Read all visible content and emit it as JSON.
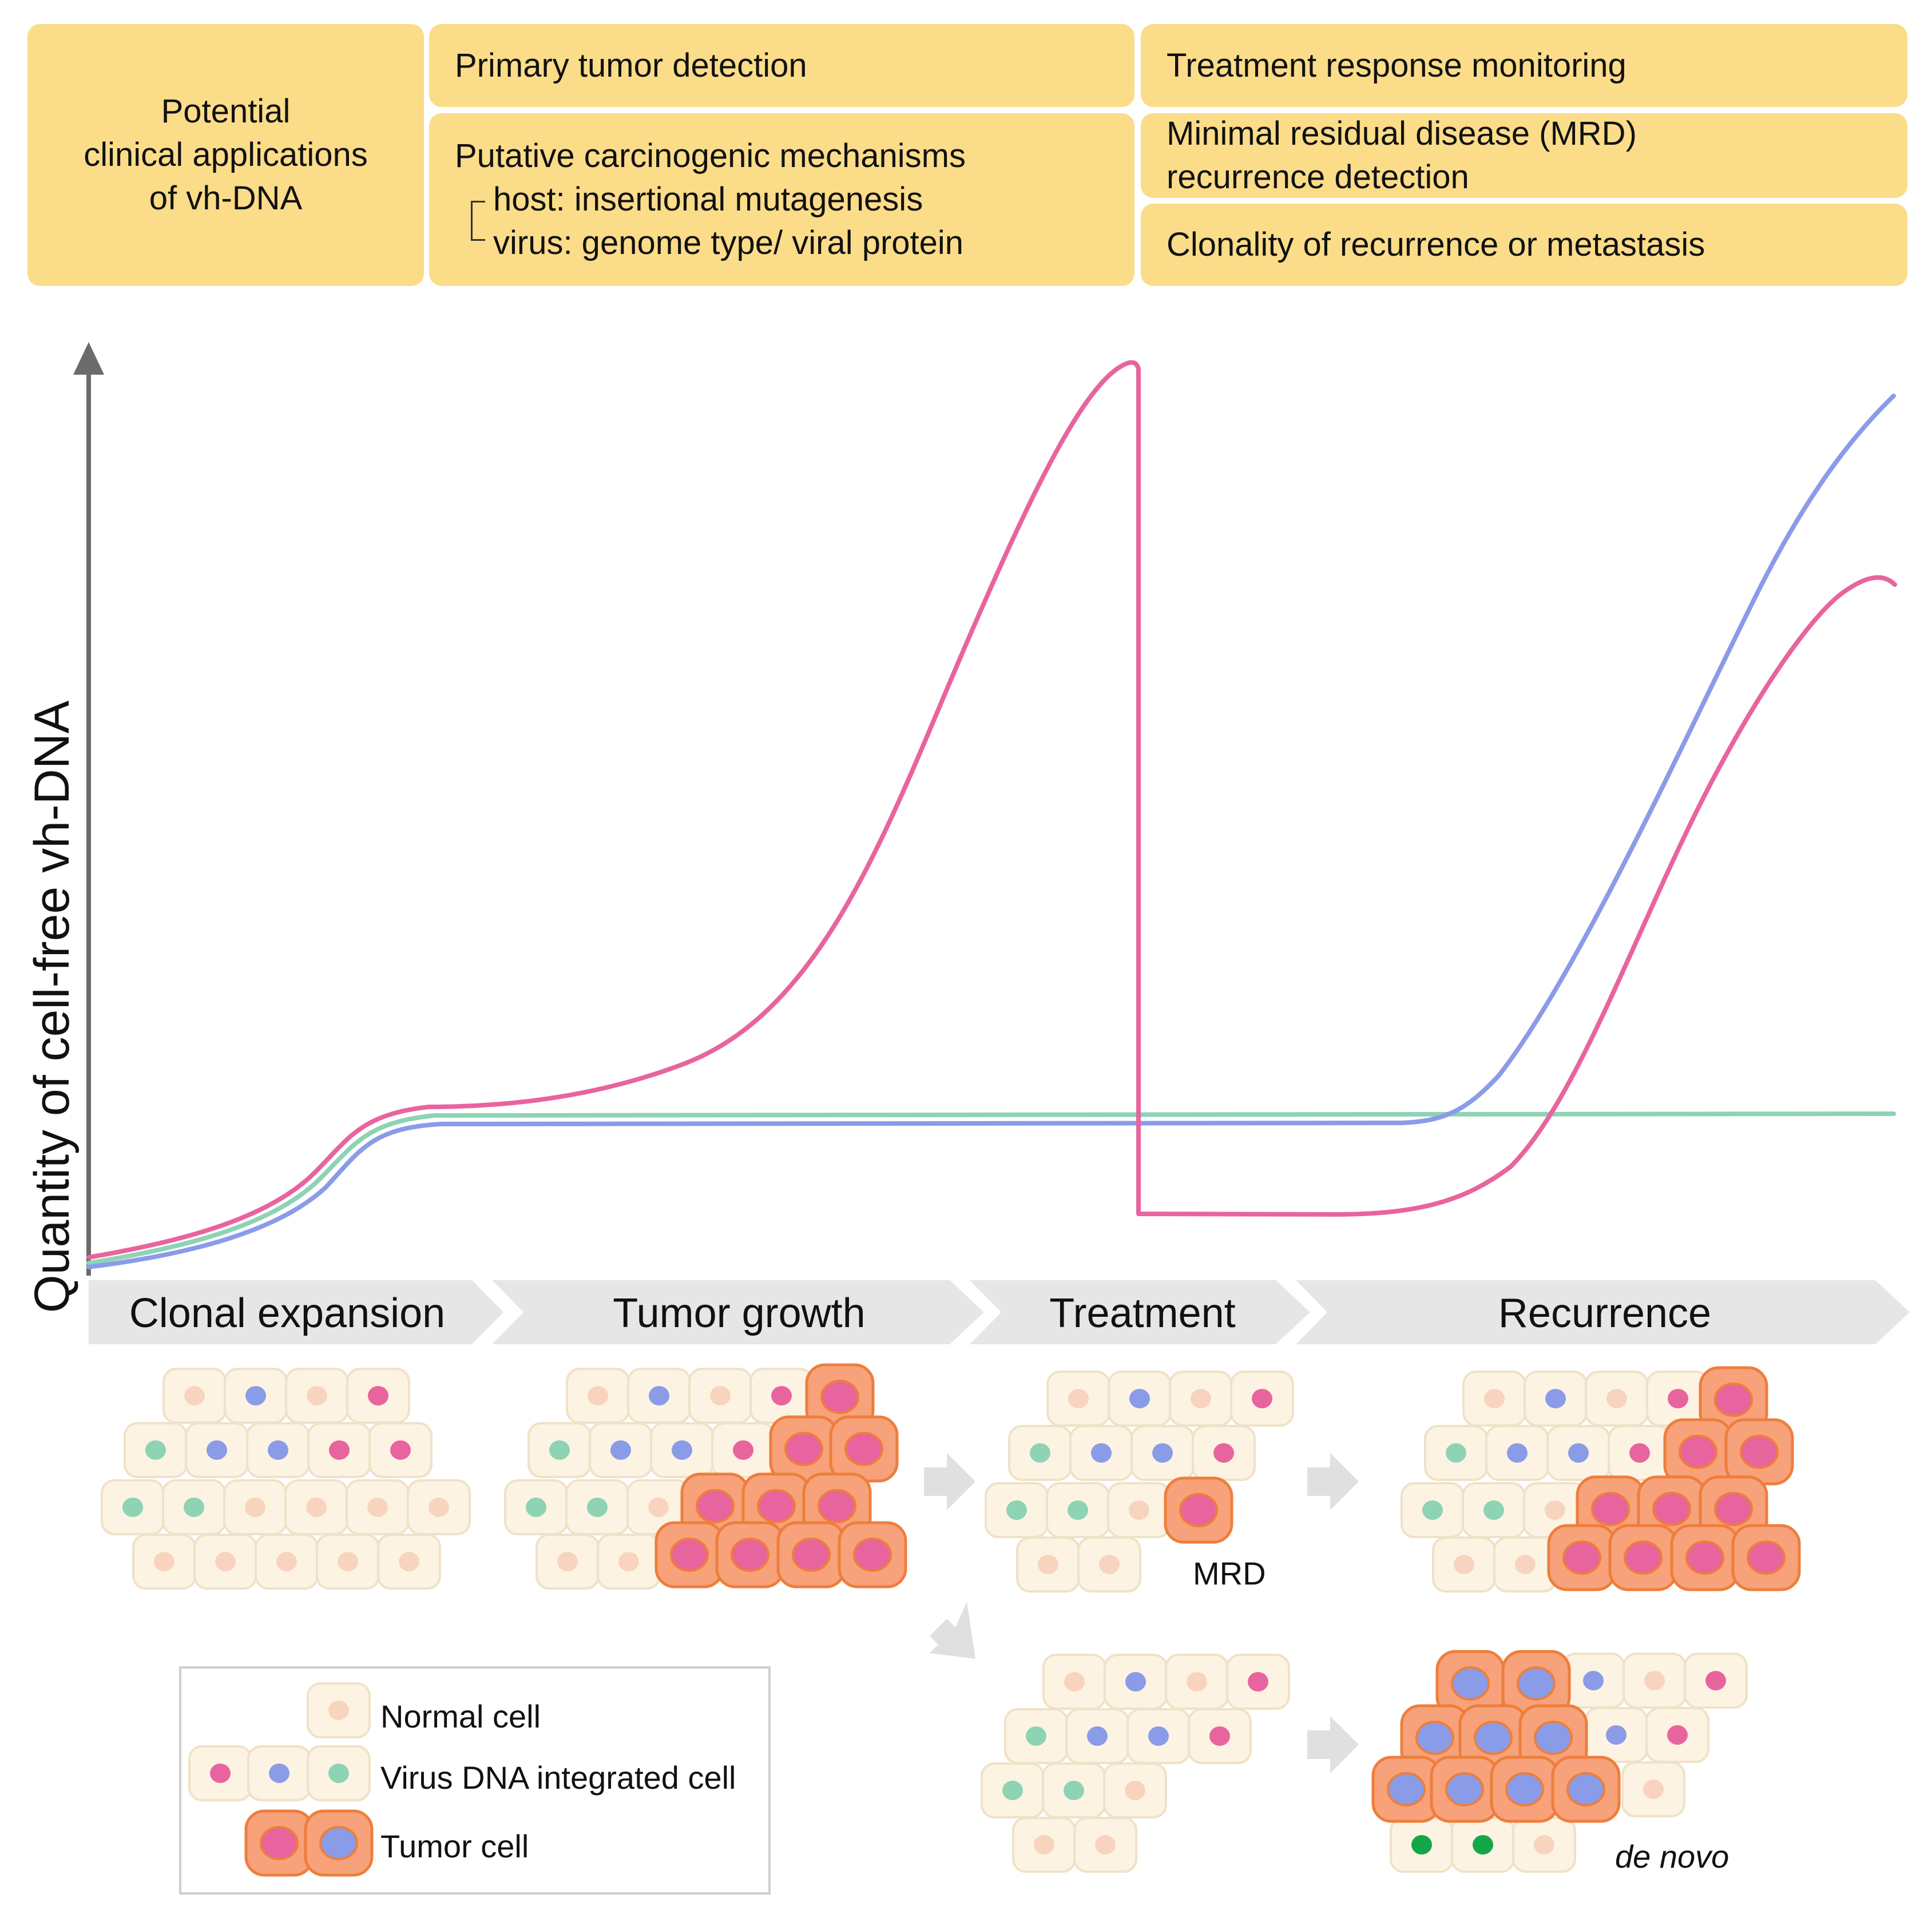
{
  "header": {
    "clinical_title": "Potential\nclinical applications\nof vh-DNA",
    "primary_detection": "Primary tumor detection",
    "mechanisms_title": "Putative carcinogenic mechanisms",
    "mechanisms_host": "host: insertional mutagenesis",
    "mechanisms_virus": "virus: genome type/ viral protein",
    "treatment_monitoring": "Treatment response monitoring",
    "mrd_detection": "Minimal residual disease (MRD)\nrecurrence detection",
    "clonality": "Clonality of recurrence or metastasis"
  },
  "axis": {
    "ylabel": "Quantity of cell-free vh-DNA"
  },
  "stages": [
    "Clonal expansion",
    "Tumor growth",
    "Treatment",
    "Recurrence"
  ],
  "labels": {
    "mrd": "MRD",
    "de_novo": "de novo"
  },
  "legend": {
    "normal": "Normal cell",
    "virus": "Virus DNA integrated cell",
    "tumor": "Tumor cell"
  },
  "colors": {
    "pink": "#E8649E",
    "blue": "#8A9BE8",
    "green": "#8DD3B4",
    "box": "#FBDC89",
    "cell_fill": "#FDF3E3",
    "cell_stroke": "#EFE2C8",
    "normal_nucleus": "#F8D4BE",
    "tumor_fill": "#F7A27A",
    "tumor_stroke": "#EE7E3C",
    "de_novo_nucleus": "#12A84A",
    "stage_band": "#E6E6E6"
  },
  "curves": {
    "pink": "clonal expansion, tumor growth to peak, drop to MRD level after treatment, rise at recurrence",
    "blue": "clonal expansion, plateau, rise at recurrence (de novo)",
    "green": "clonal expansion, plateau"
  }
}
